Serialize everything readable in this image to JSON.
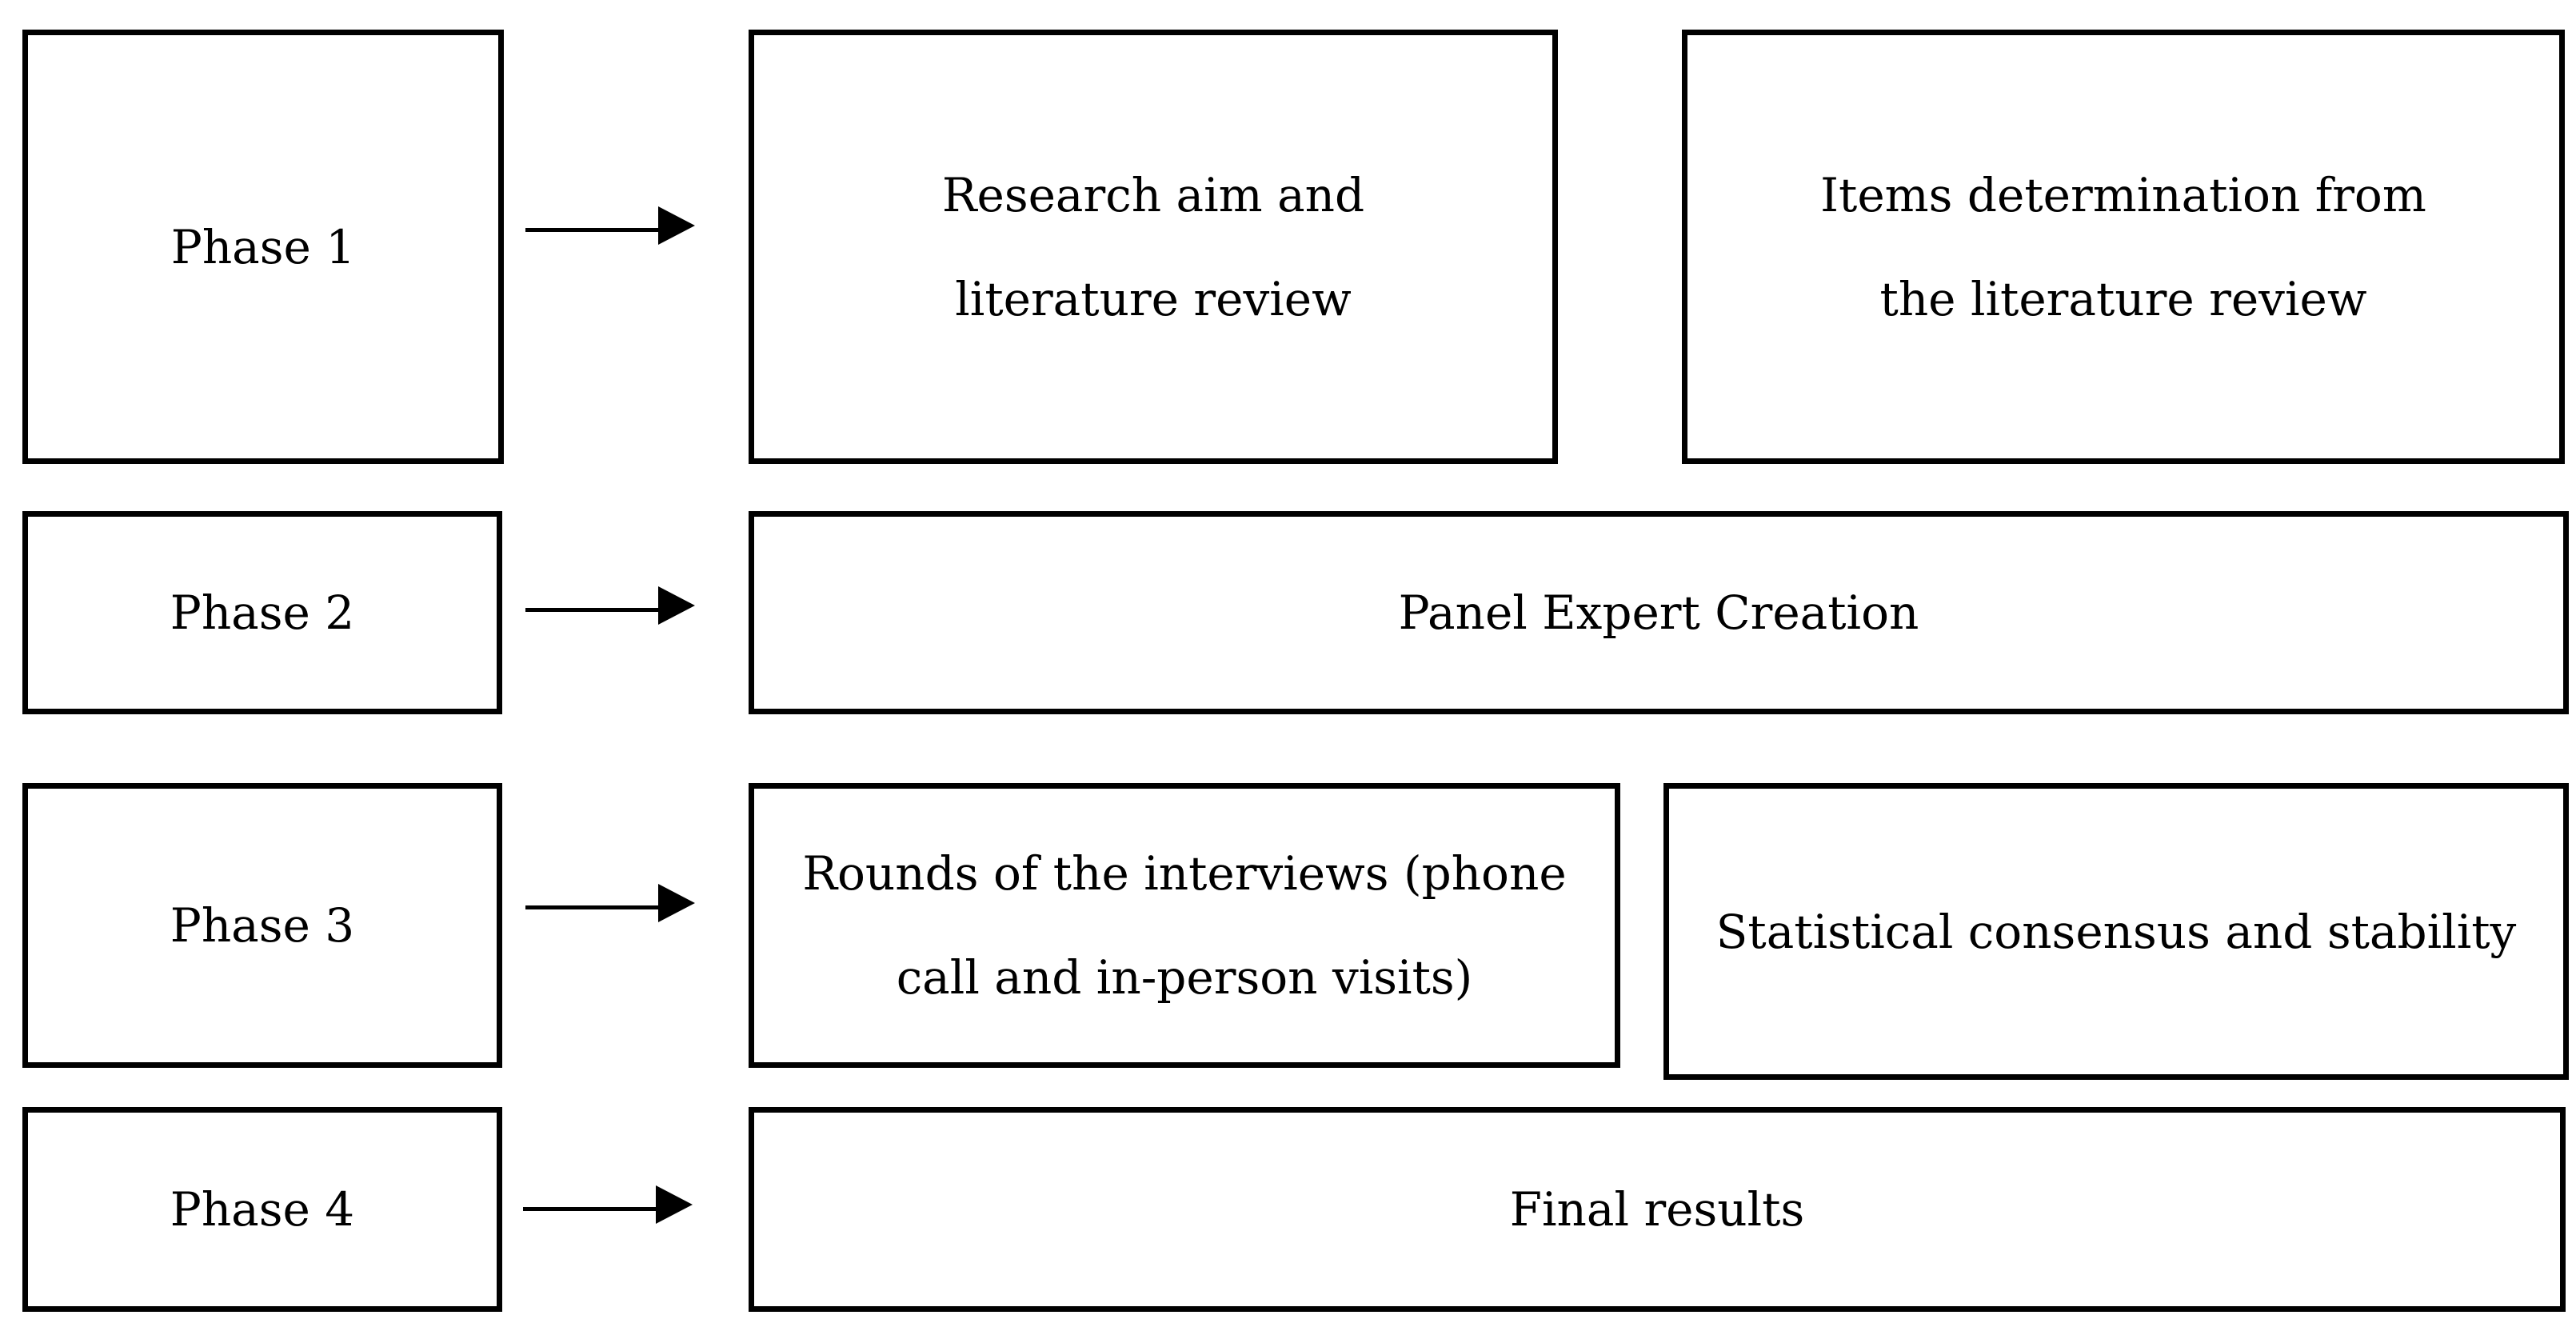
{
  "phases": [
    {
      "label": "Phase 1",
      "steps": [
        "Research aim and\nliterature review",
        "Items determination from\nthe literature review"
      ]
    },
    {
      "label": "Phase 2",
      "steps": [
        "Panel Expert Creation"
      ]
    },
    {
      "label": "Phase 3",
      "steps": [
        "Rounds of the interviews (phone\ncall and in-person visits)",
        "Statistical consensus and stability"
      ]
    },
    {
      "label": "Phase 4",
      "steps": [
        "Final results"
      ]
    }
  ]
}
